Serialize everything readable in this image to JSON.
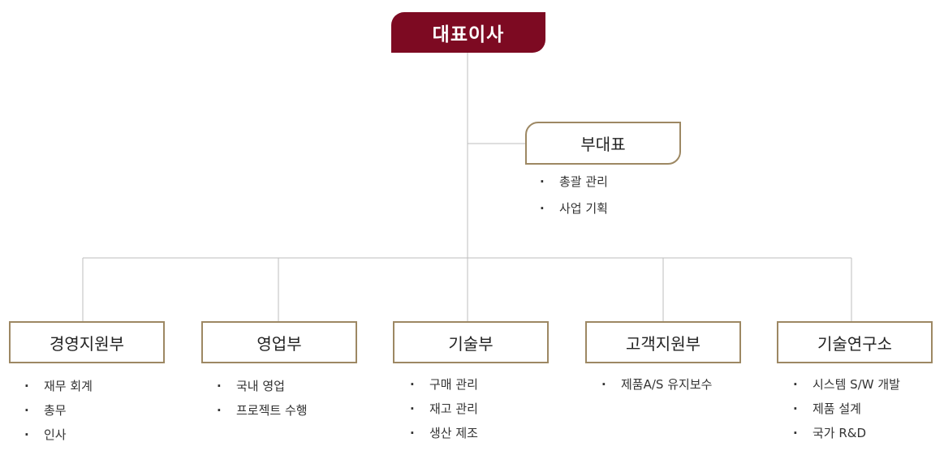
{
  "ceo": {
    "label": "대표이사"
  },
  "vice": {
    "label": "부대표",
    "duties": [
      "총괄 관리",
      "사업 기획"
    ]
  },
  "departments": [
    {
      "label": "경영지원부",
      "duties": [
        "재무 회계",
        "총무",
        "인사"
      ]
    },
    {
      "label": "영업부",
      "duties": [
        "국내 영업",
        "프로젝트 수행"
      ]
    },
    {
      "label": "기술부",
      "duties": [
        "구매 관리",
        "재고 관리",
        "생산 제조"
      ]
    },
    {
      "label": "고객지원부",
      "duties": [
        "제품A/S 유지보수"
      ]
    },
    {
      "label": "기술연구소",
      "duties": [
        "시스템 S/W 개발",
        "제품 설계",
        "국가 R&D"
      ]
    }
  ],
  "colors": {
    "ceo_fill": "#7d0a22",
    "box_border": "#9d8863",
    "connector": "#bdbdbd"
  }
}
